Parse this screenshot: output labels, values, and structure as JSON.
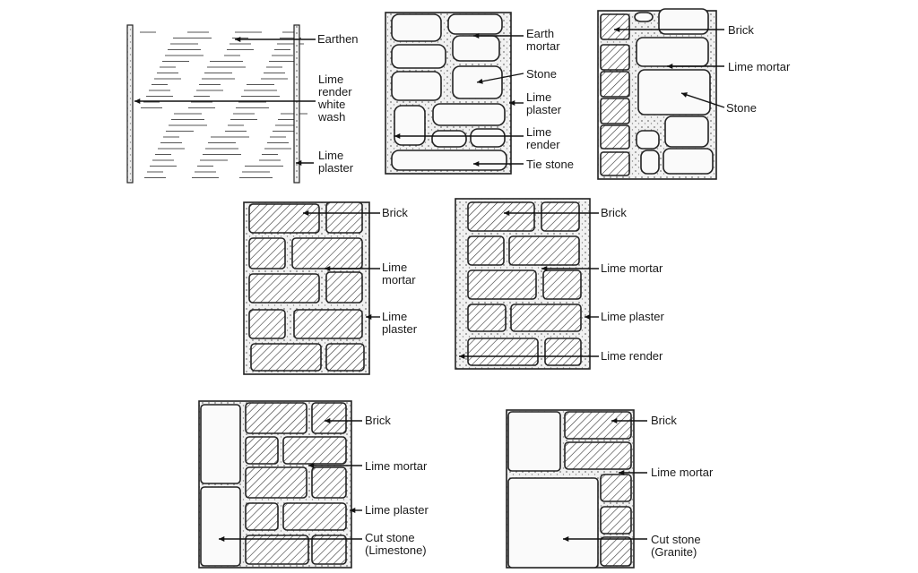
{
  "panels": [
    {
      "id": "earthen-wall",
      "labels": [
        {
          "text": "Earthen",
          "name": "label-earthen"
        },
        {
          "text": "Lime\nrender\nwhite\nwash",
          "name": "label-lime-render-white-wash"
        },
        {
          "text": "Lime\nplaster",
          "name": "label-lime-plaster"
        }
      ]
    },
    {
      "id": "stone-earth-mortar-wall",
      "labels": [
        {
          "text": "Earth\nmortar",
          "name": "label-earth-mortar"
        },
        {
          "text": "Stone",
          "name": "label-stone"
        },
        {
          "text": "Lime\nplaster",
          "name": "label-lime-plaster"
        },
        {
          "text": "Lime\nrender",
          "name": "label-lime-render"
        },
        {
          "text": "Tie stone",
          "name": "label-tie-stone"
        }
      ]
    },
    {
      "id": "brick-stone-wall",
      "labels": [
        {
          "text": "Brick",
          "name": "label-brick"
        },
        {
          "text": "Lime mortar",
          "name": "label-lime-mortar"
        },
        {
          "text": "Stone",
          "name": "label-stone"
        }
      ]
    },
    {
      "id": "brick-plastered-wall",
      "labels": [
        {
          "text": "Brick",
          "name": "label-brick"
        },
        {
          "text": "Lime\nmortar",
          "name": "label-lime-mortar"
        },
        {
          "text": "Lime\nplaster",
          "name": "label-lime-plaster"
        }
      ]
    },
    {
      "id": "brick-rendered-wall",
      "labels": [
        {
          "text": "Brick",
          "name": "label-brick"
        },
        {
          "text": "Lime mortar",
          "name": "label-lime-mortar"
        },
        {
          "text": "Lime plaster",
          "name": "label-lime-plaster"
        },
        {
          "text": "Lime render",
          "name": "label-lime-render"
        }
      ]
    },
    {
      "id": "brick-limestone-wall",
      "labels": [
        {
          "text": "Brick",
          "name": "label-brick"
        },
        {
          "text": "Lime mortar",
          "name": "label-lime-mortar"
        },
        {
          "text": "Lime plaster",
          "name": "label-lime-plaster"
        },
        {
          "text": "Cut stone\n(Limestone)",
          "name": "label-cut-stone-limestone"
        }
      ]
    },
    {
      "id": "brick-granite-wall",
      "labels": [
        {
          "text": "Brick",
          "name": "label-brick"
        },
        {
          "text": "Lime mortar",
          "name": "label-lime-mortar"
        },
        {
          "text": "Cut stone\n(Granite)",
          "name": "label-cut-stone-granite"
        }
      ]
    }
  ]
}
